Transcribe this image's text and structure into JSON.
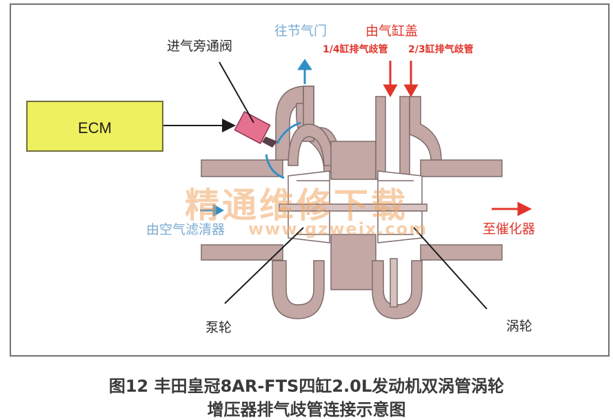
{
  "diagram": {
    "ecm_label": "ECM",
    "bypass_valve_label": "进气旁通阀",
    "to_throttle_label": "往节气门",
    "from_head_label": "由气缸盖",
    "manifold_14_label": "1/4缸排气歧管",
    "manifold_23_label": "2/3缸排气歧管",
    "from_air_cleaner_label": "由空气滤清器",
    "to_catalyst_label": "至催化器",
    "pump_wheel_label": "泵轮",
    "turbine_wheel_label": "涡轮"
  },
  "watermark": {
    "line1": "精通维修下载",
    "line2": "www.gzweix.com"
  },
  "caption": {
    "line1": "图12 丰田皇冠8AR-FTS四缸2.0L发动机双涡管涡轮",
    "line2": "增压器排气歧管连接示意图"
  },
  "colors": {
    "housing": "#c3a8a6",
    "housing_edge": "#7d6a6a",
    "ecm_fill": "#eef060",
    "valve": "#e6718f",
    "exhaust_arrow": "#e2352a",
    "intake_arrow": "#2f8fc4",
    "label_red": "#e0342a",
    "label_blue": "#7aaad0"
  }
}
